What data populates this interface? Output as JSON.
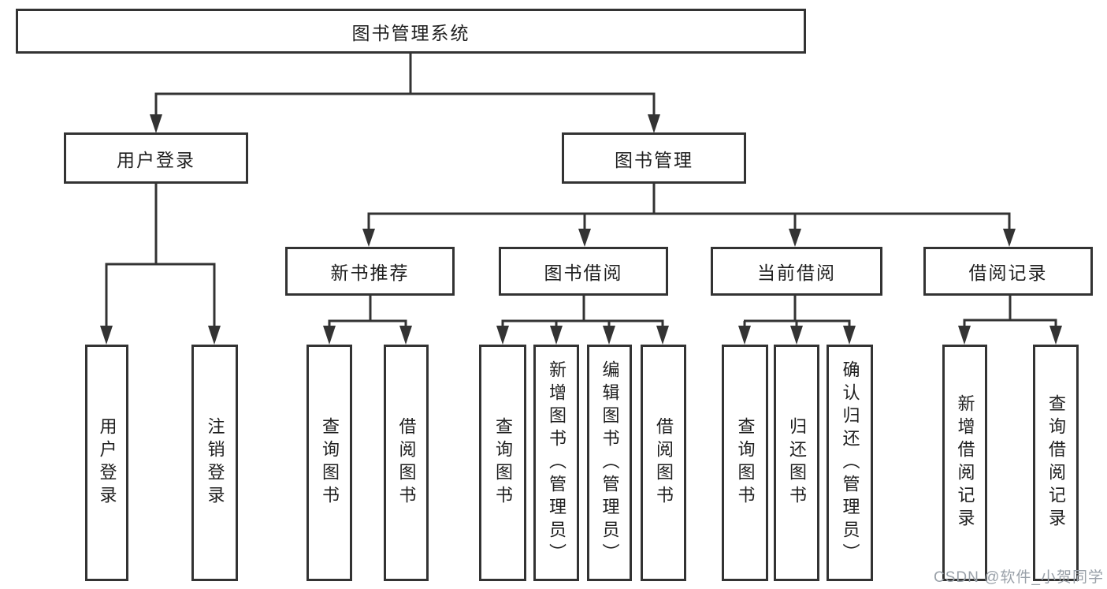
{
  "diagram": {
    "root": {
      "label": "图书管理系统"
    },
    "level1": {
      "user_login": {
        "label": "用户登录"
      },
      "book_mgmt": {
        "label": "图书管理"
      }
    },
    "level2": {
      "new_book": {
        "label": "新书推荐"
      },
      "book_borrow": {
        "label": "图书借阅"
      },
      "current_borrow": {
        "label": "当前借阅"
      },
      "borrow_record": {
        "label": "借阅记录"
      }
    },
    "leaves": {
      "user_login": [
        "用户登录",
        "注销登录"
      ],
      "new_book": [
        "查询图书",
        "借阅图书"
      ],
      "book_borrow": [
        "查询图书",
        "新增图书（管理员）",
        "编辑图书（管理员）",
        "借阅图书"
      ],
      "current_borrow": [
        "查询图书",
        "归还图书",
        "确认归还（管理员）"
      ],
      "borrow_record": [
        "新增借阅记录",
        "查询借阅记录"
      ]
    }
  },
  "watermark": {
    "text": "CSDN @软件_小贺同学"
  },
  "colors": {
    "line": "#333333",
    "box_border": "#333333",
    "text": "#1f1f1f",
    "watermark": "#9aa1a9",
    "background": "#ffffff"
  }
}
